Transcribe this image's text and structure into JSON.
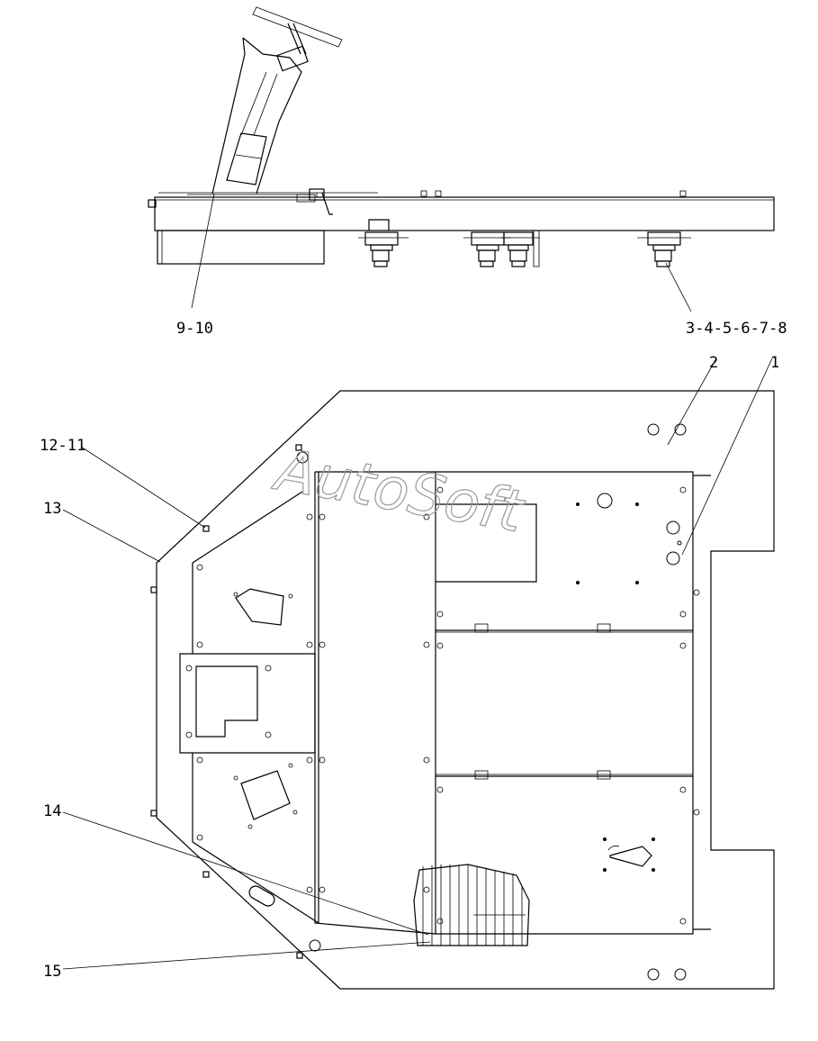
{
  "watermark": "AutoSoft",
  "callouts": {
    "c_9_10": "9-10",
    "c_3_8": "3-4-5-6-7-8",
    "c_2": "2",
    "c_1": "1",
    "c_12_11": "12-11",
    "c_13": "13",
    "c_14": "14",
    "c_15": "15"
  }
}
